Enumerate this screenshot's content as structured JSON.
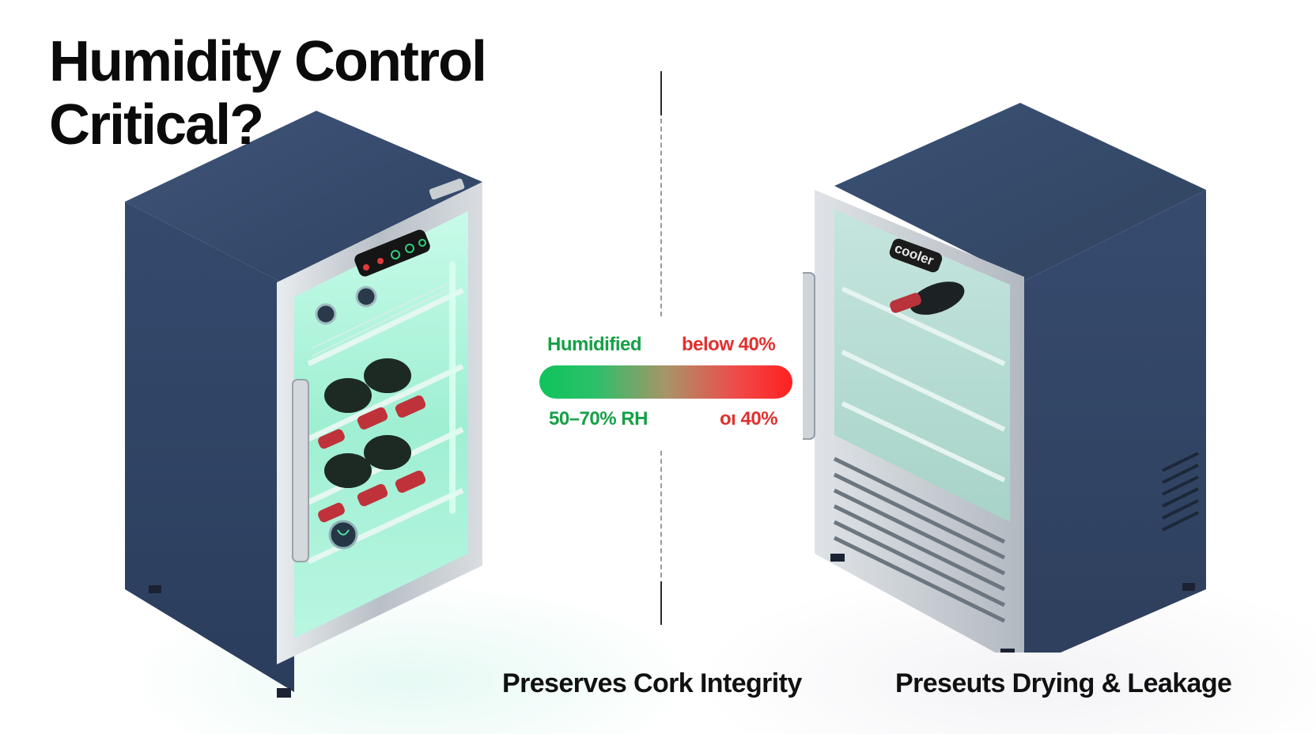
{
  "title": {
    "line1": "Humidity Control",
    "line2": "Critical?"
  },
  "gauge": {
    "label_good_top": "Humidified",
    "label_bad_top": "below 40%",
    "label_good_bottom": "50–70% RH",
    "label_bad_bottom": "oı 40%",
    "colors": {
      "good": "#15a046",
      "bad": "#e0302e"
    }
  },
  "left_cooler": {
    "icons": [
      "thermometer-icon",
      "humidity-drop-icon",
      "fan-icon"
    ],
    "caption": "Preserves Cork Integrity"
  },
  "right_cooler": {
    "badge": "cooler",
    "caption": "Preseuts Drying & Leakage"
  },
  "colors": {
    "cabinet": "#34496a",
    "interior_glow": "#9ff2d6",
    "steel": "#c9ced3"
  }
}
